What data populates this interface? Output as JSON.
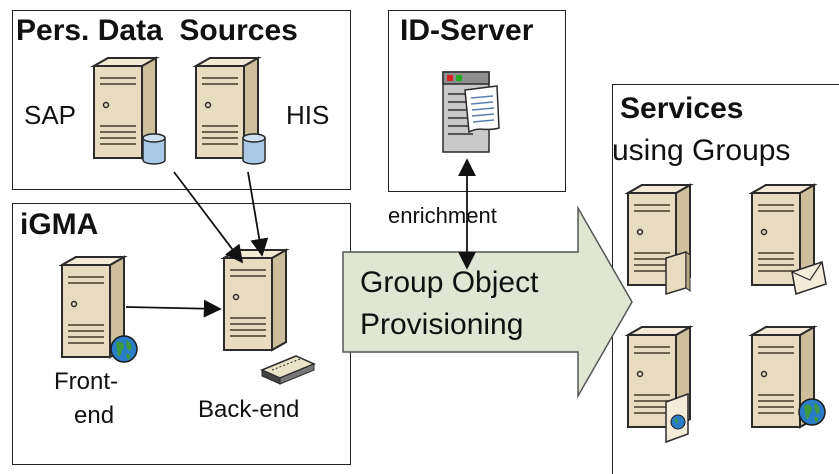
{
  "pers_data": {
    "title": "Pers. Data  Sources",
    "left_label": "SAP",
    "right_label": "HIS"
  },
  "id_server": {
    "title": "ID-Server"
  },
  "igma": {
    "title": "iGMA",
    "frontend_label_1": "Front-",
    "frontend_label_2": "end",
    "backend_label": "Back-end"
  },
  "arrow": {
    "line1": "Group Object",
    "line2": "Provisioning",
    "enrichment_label": "enrichment"
  },
  "services": {
    "title": "Services",
    "subtitle": "using Groups"
  },
  "colors": {
    "arrow_fill": "#dfe6d4",
    "server_body": "#e8dcc0",
    "server_dark": "#2b2b2b",
    "db_blue": "#a9c8e6"
  },
  "icons": [
    "server-icon",
    "database-icon",
    "globe-icon",
    "document-icon",
    "envelope-icon",
    "network-card-icon"
  ]
}
